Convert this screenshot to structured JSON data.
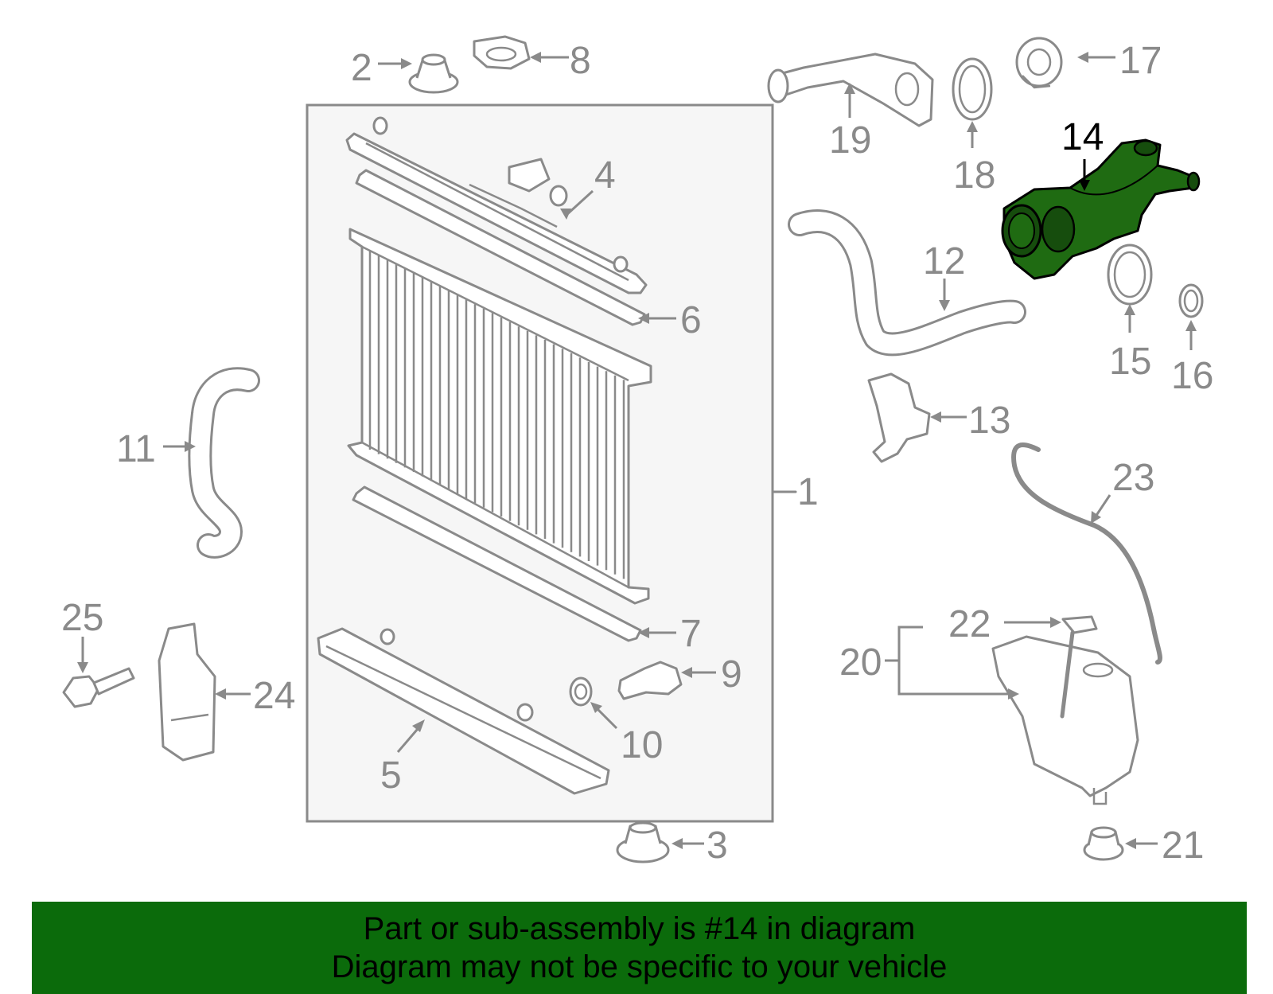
{
  "diagram": {
    "highlighted_part": "14",
    "highlight_color": "#1f6b12",
    "line_color": "#8a8a8a",
    "callouts": [
      "1",
      "2",
      "3",
      "4",
      "5",
      "6",
      "7",
      "8",
      "9",
      "10",
      "11",
      "12",
      "13",
      "14",
      "15",
      "16",
      "17",
      "18",
      "19",
      "20",
      "21",
      "22",
      "23",
      "24",
      "25"
    ]
  },
  "banner": {
    "background": "#0b6b0b",
    "line1": "Part or sub-assembly is #14 in diagram",
    "line2": "Diagram may not be specific to your vehicle"
  }
}
